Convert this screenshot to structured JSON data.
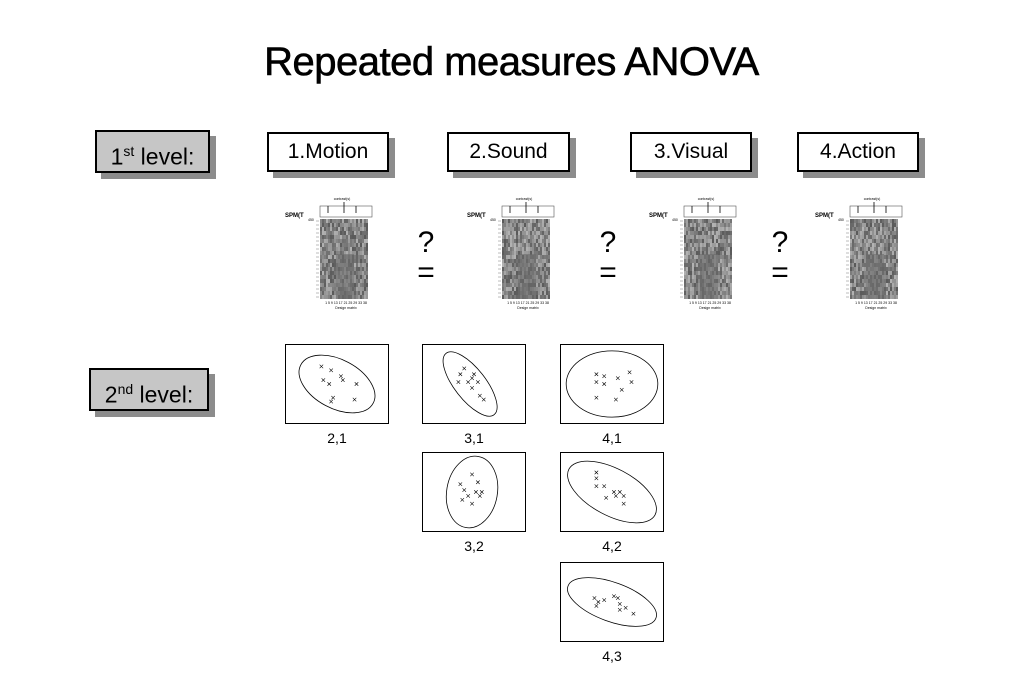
{
  "title": "Repeated measures ANOVA",
  "first_level": {
    "label": "1",
    "sup": "st",
    "rest": " level:"
  },
  "second_level": {
    "label": "2",
    "sup": "nd",
    "rest": " level:"
  },
  "conditions": [
    "1.Motion",
    "2.Sound",
    "3.Visual",
    "4.Action"
  ],
  "relation": {
    "q": "?",
    "eq": "="
  },
  "spm": {
    "name": "SPM(T",
    "sub": "450",
    "xlabel": "Design matrix",
    "ticks": "1 5 9 13 17 21 25 29 33 38",
    "contrast": "contrast(s)"
  },
  "pairs": [
    "2,1",
    "3,1",
    "4,1",
    "3,2",
    "4,2",
    "4,3"
  ]
}
